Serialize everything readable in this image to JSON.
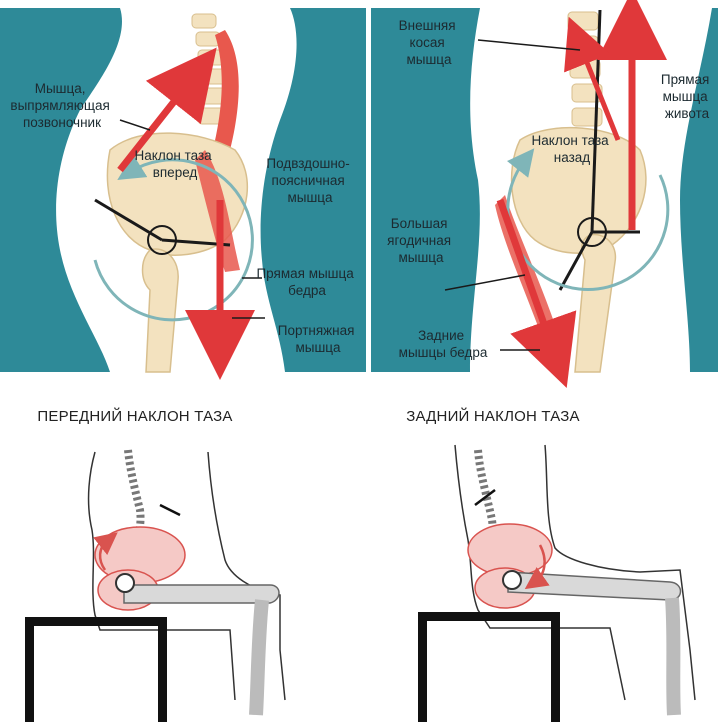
{
  "colors": {
    "teal_bg": "#2e8a98",
    "body_fill": "#ffffff",
    "bone": "#f3e2bf",
    "bone_stroke": "#d8bf8e",
    "muscle_red": "#e8584d",
    "arrow_red": "#e0383a",
    "pelvis_pink": "#f5c9c6",
    "rotation_arrow": "#7fb5b8"
  },
  "top_left": {
    "label_erector": [
      "Мышца,",
      "выпрямляющая",
      "позвоночник"
    ],
    "label_tilt": [
      "Наклон таза",
      "вперед"
    ],
    "label_iliopsoas": [
      "Подвздошно-",
      "поясничная",
      "мышца"
    ],
    "label_rectus_femoris": [
      "Прямая мышца",
      "бедра"
    ],
    "label_sartorius": [
      "Портняжная",
      "мышца"
    ]
  },
  "top_right": {
    "label_external_oblique": [
      "Внешняя",
      "косая",
      "мышца"
    ],
    "label_rectus_abdominis": [
      "Прямая",
      "мышца",
      "живота"
    ],
    "label_tilt": [
      "Наклон таза",
      "назад"
    ],
    "label_gluteus": [
      "Большая",
      "ягодичная",
      "мышца"
    ],
    "label_hamstrings": [
      "Задние",
      "мышцы бедра"
    ]
  },
  "bottom": {
    "caption_left": "ПЕРЕДНИЙ НАКЛОН ТАЗА",
    "caption_right": "ЗАДНИЙ НАКЛОН ТАЗА"
  }
}
